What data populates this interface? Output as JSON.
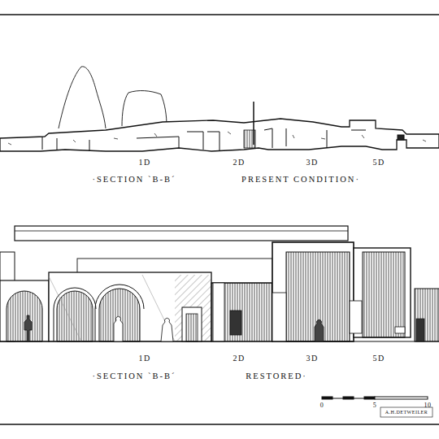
{
  "diagram": {
    "labels": [
      "1D",
      "2D",
      "3D",
      "5D",
      "·SECTION `B-B´",
      "PRESENT CONDITION·",
      "1D",
      "2D",
      "3D",
      "5D",
      "·SECTION `B-B´",
      "RESTORED·",
      "0",
      "5",
      "10",
      "A.H.DETWEILER"
    ]
  }
}
